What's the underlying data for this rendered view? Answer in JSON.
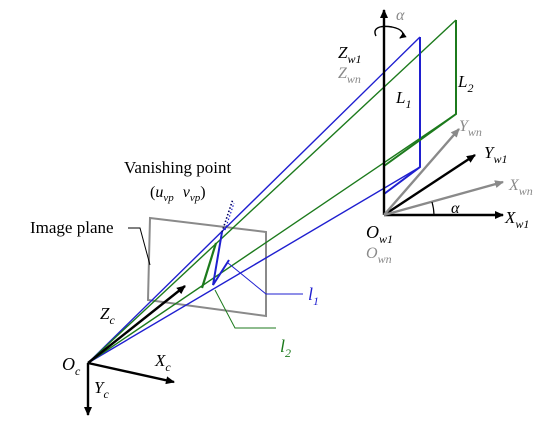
{
  "colors": {
    "blue": "#1f1fd0",
    "green": "#1c7a1c",
    "gray": "#8a8a8a",
    "dark": "#000000",
    "navy": "#000060"
  },
  "labels": {
    "vanishing_point": "Vanishing point",
    "vp_coords": {
      "open": "(",
      "u": "u",
      "u_sub": "vp",
      "v": "v",
      "v_sub": "vp",
      "close": ")"
    },
    "image_plane": "Image plane",
    "O_c": {
      "main": "O",
      "sub": "c"
    },
    "X_c": {
      "main": "X",
      "sub": "c"
    },
    "Y_c": {
      "main": "Y",
      "sub": "c"
    },
    "Z_c": {
      "main": "Z",
      "sub": "c"
    },
    "l1": {
      "main": "l",
      "sub": "1"
    },
    "l2": {
      "main": "l",
      "sub": "2"
    },
    "L1": {
      "main": "L",
      "sub": "1"
    },
    "L2": {
      "main": "L",
      "sub": "2"
    },
    "Z_w1": {
      "main": "Z",
      "sub": "w1"
    },
    "Z_wn": {
      "main": "Z",
      "sub": "wn"
    },
    "Y_wn": {
      "main": "Y",
      "sub": "wn"
    },
    "Y_w1": {
      "main": "Y",
      "sub": "w1"
    },
    "X_wn": {
      "main": "X",
      "sub": "wn"
    },
    "X_w1": {
      "main": "X",
      "sub": "w1"
    },
    "O_w1": {
      "main": "O",
      "sub": "w1"
    },
    "O_wn": {
      "main": "O",
      "sub": "wn"
    },
    "alpha_top": "α",
    "alpha_bottom": "α"
  }
}
